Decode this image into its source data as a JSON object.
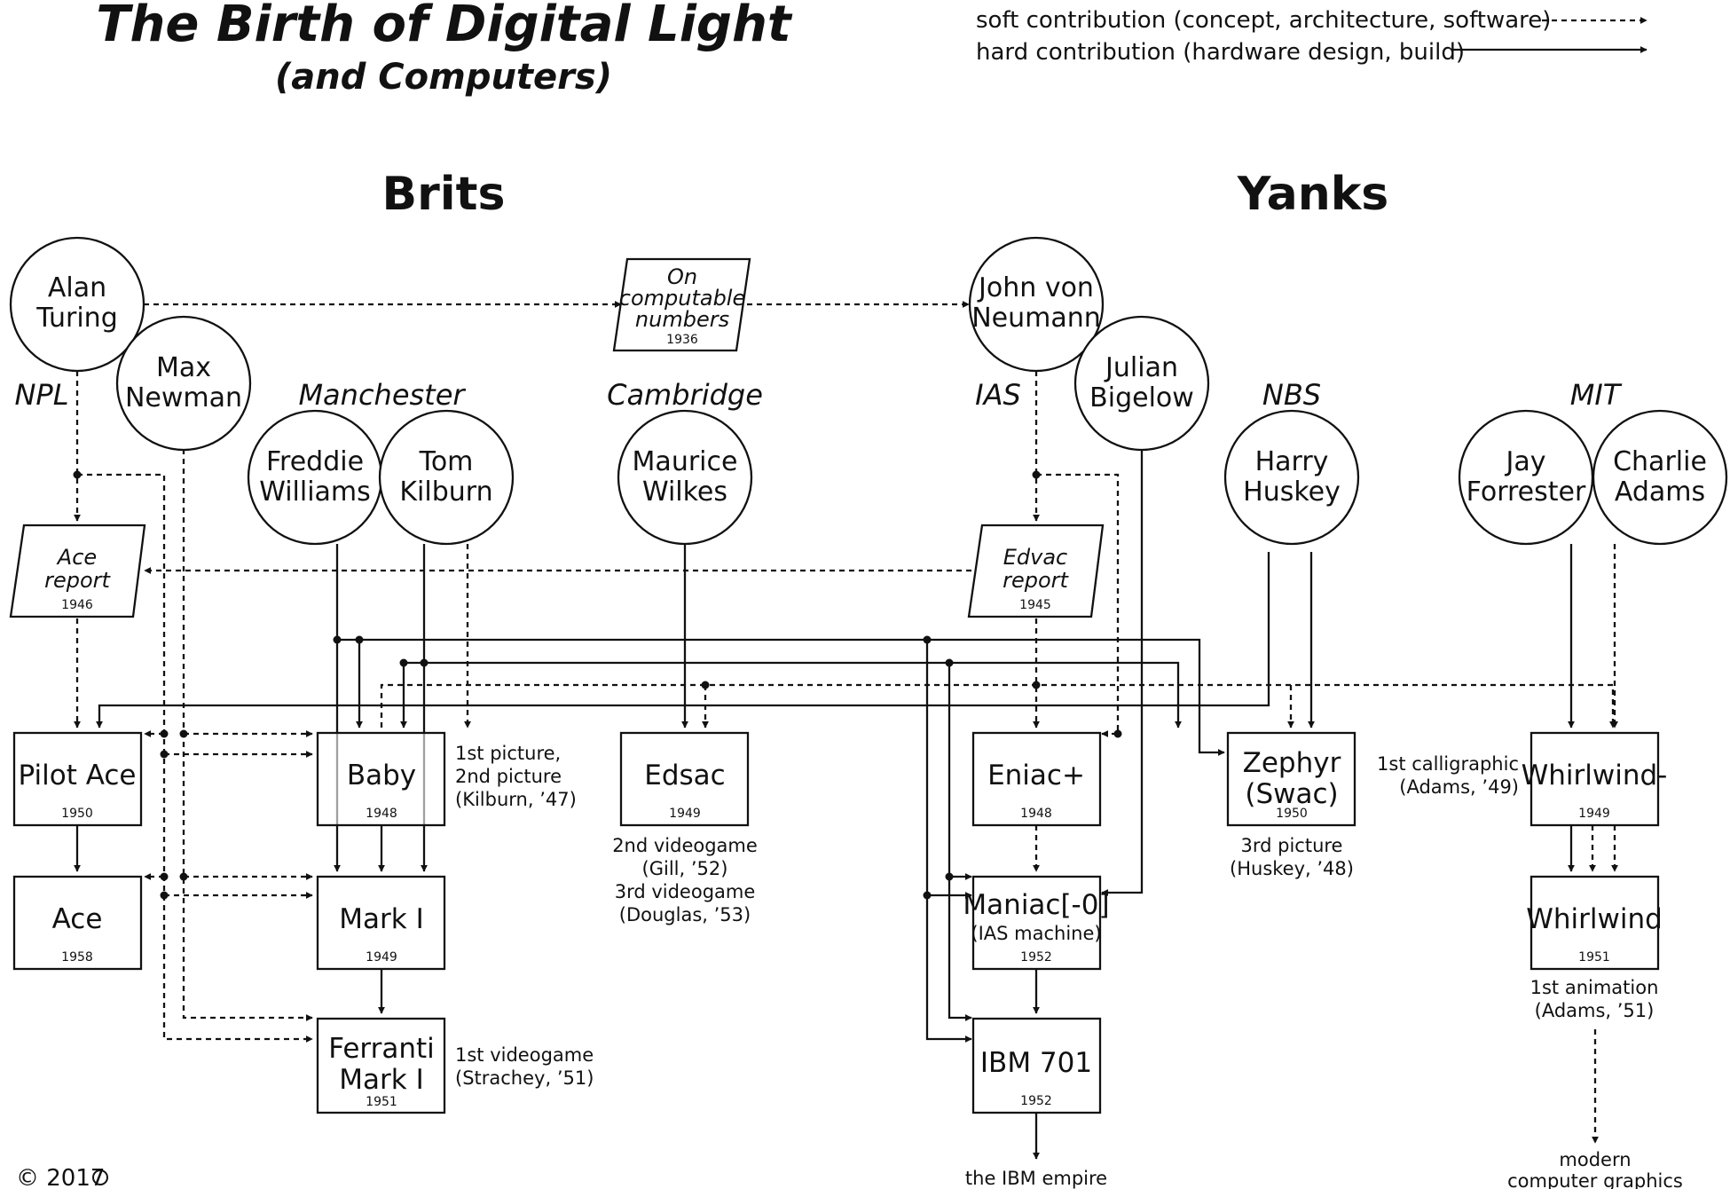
{
  "title": "The Birth of Digital Light",
  "subtitle": "(and Computers)",
  "legend": {
    "soft": "soft contribution (concept, architecture, software)",
    "hard": "hard contribution (hardware design, build)"
  },
  "groups": {
    "brits": "Brits",
    "yanks": "Yanks"
  },
  "institutions": {
    "npl": "NPL",
    "manchester": "Manchester",
    "cambridge": "Cambridge",
    "ias": "IAS",
    "nbs": "NBS",
    "mit": "MIT"
  },
  "people": {
    "turing": [
      "Alan",
      "Turing"
    ],
    "newman": [
      "Max",
      "Newman"
    ],
    "williams": [
      "Freddie",
      "Williams"
    ],
    "kilburn": [
      "Tom",
      "Kilburn"
    ],
    "wilkes": [
      "Maurice",
      "Wilkes"
    ],
    "vonneumann": [
      "John von",
      "Neumann"
    ],
    "bigelow": [
      "Julian",
      "Bigelow"
    ],
    "huskey": [
      "Harry",
      "Huskey"
    ],
    "forrester": [
      "Jay",
      "Forrester"
    ],
    "adams": [
      "Charlie",
      "Adams"
    ]
  },
  "documents": {
    "computable": {
      "lines": [
        "On",
        "computable",
        "numbers"
      ],
      "year": "1936"
    },
    "ace_report": {
      "lines": [
        "Ace",
        "report"
      ],
      "year": "1946"
    },
    "edvac_report": {
      "lines": [
        "Edvac",
        "report"
      ],
      "year": "1945"
    }
  },
  "machines": {
    "pilot_ace": {
      "lines": [
        "Pilot Ace"
      ],
      "year": "1950"
    },
    "ace": {
      "lines": [
        "Ace"
      ],
      "year": "1958"
    },
    "baby": {
      "lines": [
        "Baby"
      ],
      "year": "1948"
    },
    "mark1": {
      "lines": [
        "Mark I"
      ],
      "year": "1949"
    },
    "ferranti": {
      "lines": [
        "Ferranti",
        "Mark I"
      ],
      "year": "1951"
    },
    "edsac": {
      "lines": [
        "Edsac"
      ],
      "year": "1949"
    },
    "eniac": {
      "lines": [
        "Eniac+"
      ],
      "year": "1948"
    },
    "maniac": {
      "lines": [
        "Maniac[-0]",
        "(IAS machine)"
      ],
      "year": "1952"
    },
    "ibm701": {
      "lines": [
        "IBM 701"
      ],
      "year": "1952"
    },
    "zephyr": {
      "lines": [
        "Zephyr",
        "(Swac)"
      ],
      "year": "1950"
    },
    "whirlwind_minus": {
      "lines": [
        "Whirlwind-"
      ],
      "year": "1949"
    },
    "whirlwind": {
      "lines": [
        "Whirlwind"
      ],
      "year": "1951"
    }
  },
  "notes": {
    "baby": [
      "1st picture,",
      "2nd picture",
      "(Kilburn, ’47)"
    ],
    "ferranti": [
      "1st videogame",
      "(Strachey, ’51)"
    ],
    "edsac": [
      "2nd videogame",
      "(Gill, ’52)",
      "3rd videogame",
      "(Douglas, ’53)"
    ],
    "zephyr": [
      "3rd picture",
      "(Huskey, ’48)"
    ],
    "whirlwind_minus": [
      "1st calligraphic",
      "(Adams, ’49)"
    ],
    "whirlwind": [
      "1st animation",
      "(Adams, ’51)"
    ],
    "ibm_empire": [
      "the IBM empire"
    ],
    "modern": [
      "modern",
      "computer graphics"
    ]
  },
  "copyright": "© 2017",
  "colors": {
    "ink": "#111111",
    "paper": "#ffffff"
  }
}
